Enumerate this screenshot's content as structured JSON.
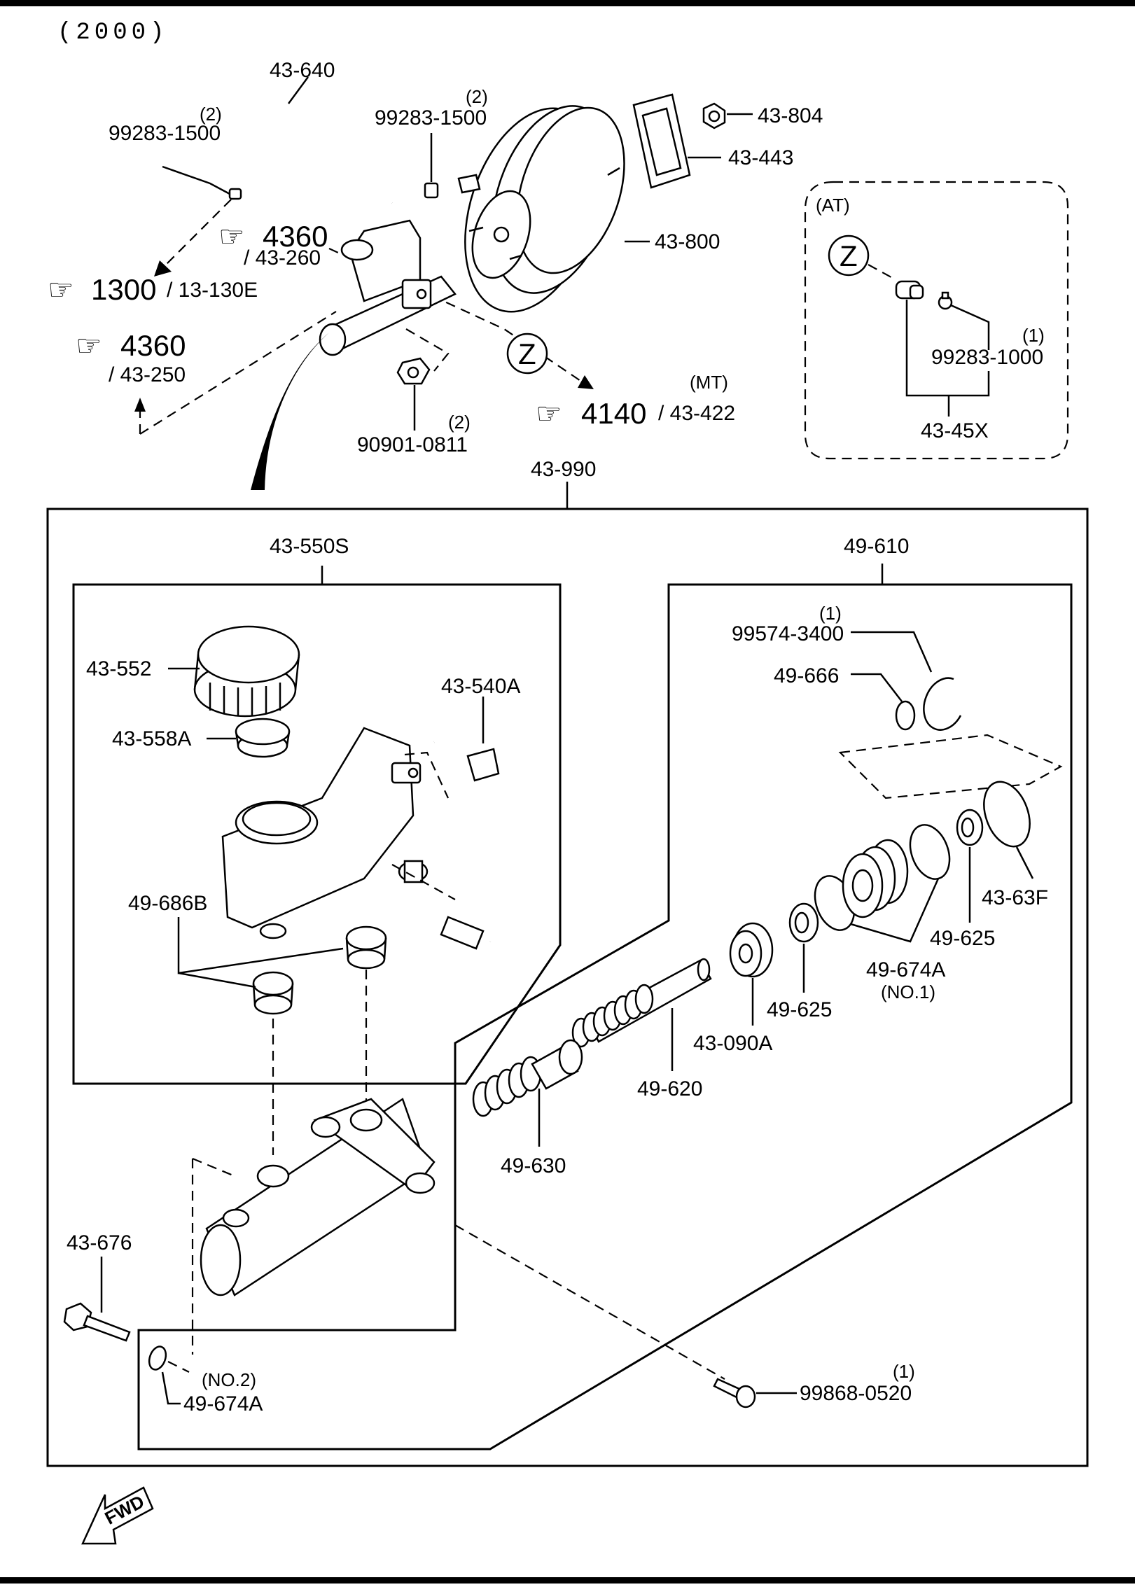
{
  "header": {
    "year_label": "(2000)"
  },
  "callouts": {
    "ref_4360_a": {
      "num": "4360",
      "sub": "/ 43-260"
    },
    "ref_1300": {
      "num": "1300",
      "sub": "/ 13-130E"
    },
    "ref_4360_b": {
      "num": "4360",
      "sub": "/ 43-250"
    },
    "ref_4140": {
      "num": "4140",
      "sub": "/ 43-422",
      "qual": "(MT)"
    },
    "z_marker": "Z"
  },
  "parts": {
    "p43640": "43-640",
    "p99283_1500_left": "99283-1500",
    "q2_left": "(2)",
    "p99283_1500_mid": "99283-1500",
    "q2_mid": "(2)",
    "p43804": "43-804",
    "p43443": "43-443",
    "p43800": "43-800",
    "p90901": "90901-0811",
    "q2_nut": "(2)",
    "p43990": "43-990",
    "p43550s": "43-550S",
    "p43552": "43-552",
    "p43558a": "43-558A",
    "p43540a": "43-540A",
    "p49686b": "49-686B",
    "p43676": "43-676",
    "p49674a_no2": "49-674A",
    "no2": "(NO.2)",
    "p49610": "49-610",
    "q1_clip": "(1)",
    "p99574": "99574-3400",
    "p49666": "49-666",
    "p4363f": "43-63F",
    "p49625_a": "49-625",
    "p49625_b": "49-625",
    "p49674a_no1": "49-674A",
    "no1": "(NO.1)",
    "p43090a": "43-090A",
    "p49620": "49-620",
    "p49630": "49-630",
    "p99868": "99868-0520",
    "q1_screw": "(1)"
  },
  "at_box": {
    "title": "(AT)",
    "marker": "Z",
    "p99283_1000": "99283-1000",
    "qty": "(1)",
    "p4345x": "43-45X"
  },
  "fwd_arrow": "FWD"
}
